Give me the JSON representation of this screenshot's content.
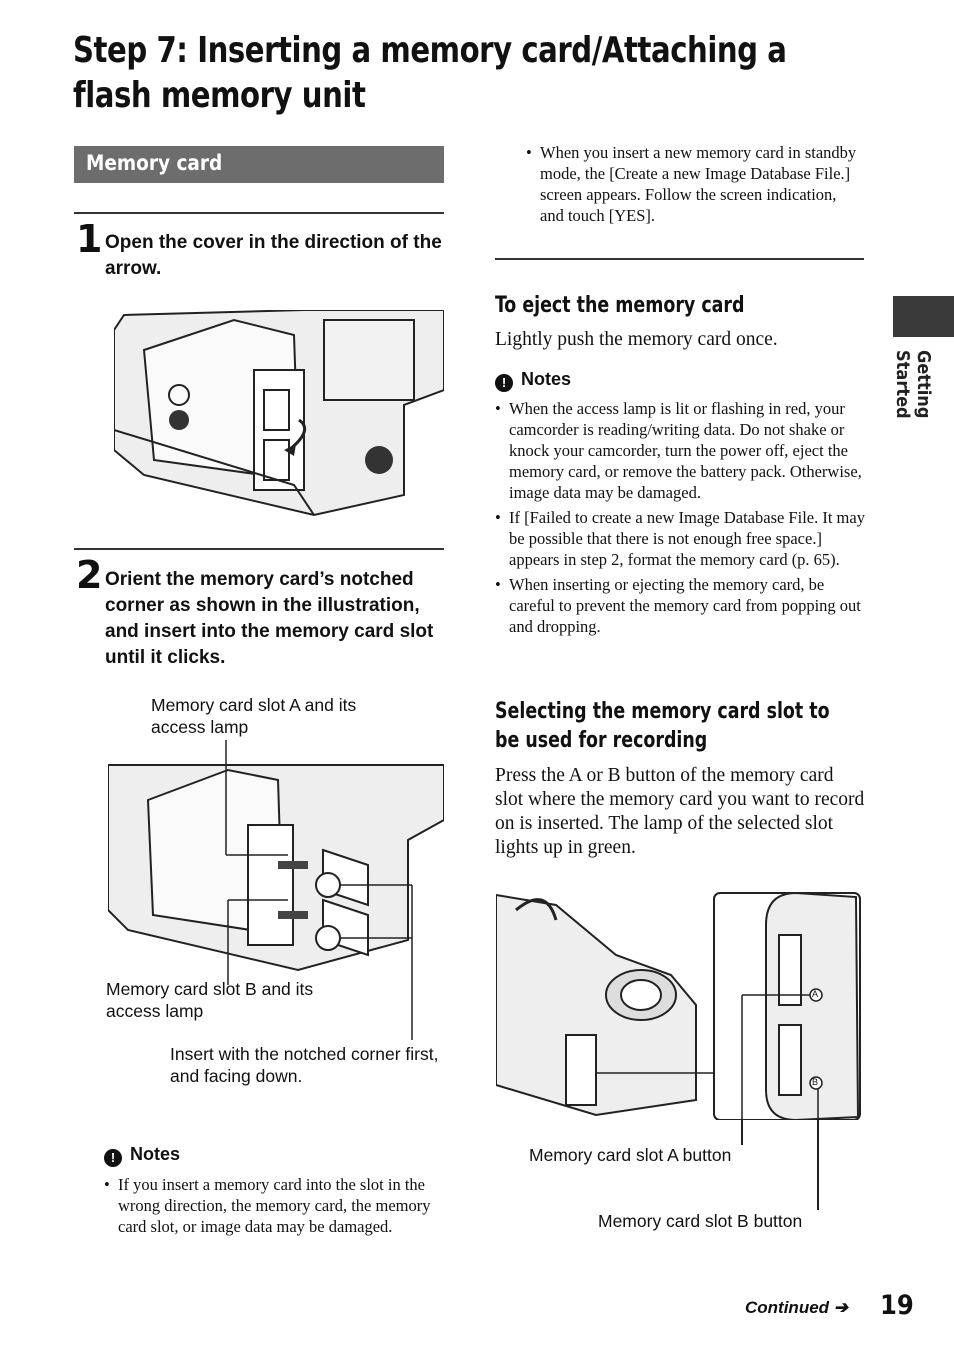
{
  "title": "Step 7: Inserting a memory card/Attaching a flash memory unit",
  "section_heading": "Memory card",
  "step1": {
    "number": "1",
    "text": "Open the cover in the direction of the arrow."
  },
  "step2": {
    "number": "2",
    "text": "Orient the memory card’s notched corner as shown in the illustration, and insert into the memory card slot until it clicks."
  },
  "fig2_labels": {
    "slot_a": "Memory card slot A and its access lamp",
    "slot_b": "Memory card slot B and its access lamp",
    "insert": "Insert with the notched corner first, and facing down."
  },
  "notes_left": {
    "heading": "Notes",
    "items": [
      "If you insert a memory card into the slot in the wrong direction, the memory card, the memory card slot, or image data may be damaged."
    ]
  },
  "note_top_right": "When you insert a new memory card in standby mode, the [Create a new Image Database File.] screen appears. Follow the screen indication, and touch [YES].",
  "eject": {
    "heading": "To eject the memory card",
    "text": "Lightly push the memory card once."
  },
  "notes_right": {
    "heading": "Notes",
    "items": [
      "When the access lamp is lit or flashing in red, your camcorder is reading/writing data. Do not shake or knock your camcorder, turn the power off, eject the memory card, or remove the battery pack. Otherwise, image data may be damaged.",
      "If [Failed to create a new Image Database File. It may be possible that there is not enough free space.] appears in step 2, format the memory card (p. 65).",
      "When inserting or ejecting the memory card, be careful to prevent the memory card from popping out and dropping."
    ]
  },
  "select_slot": {
    "heading": "Selecting the memory card slot to be used for recording",
    "text": "Press the A or B button of the memory card slot where the memory card you want to record on is inserted. The lamp of the selected slot lights up in green."
  },
  "fig3_labels": {
    "slot_a_button": "Memory card slot A button",
    "slot_b_button": "Memory card slot B button",
    "a": "A",
    "b": "B"
  },
  "side_tab": "Getting Started",
  "footer": {
    "continued": "Continued",
    "page": "19"
  }
}
